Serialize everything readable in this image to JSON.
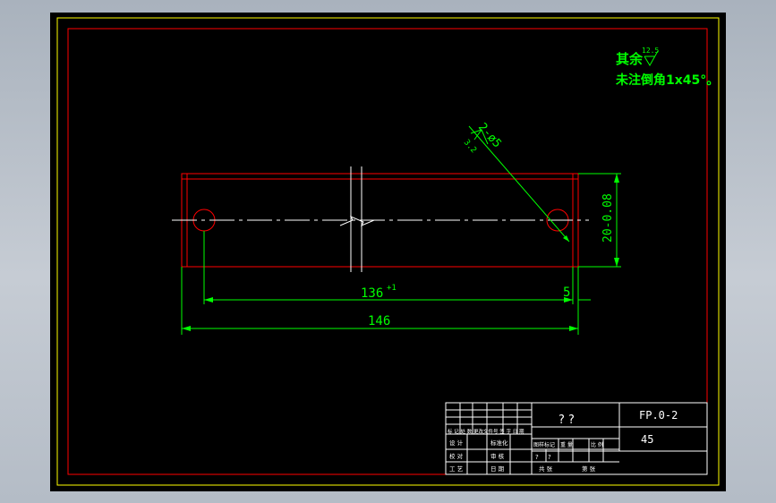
{
  "colors": {
    "frame": "#ffff00",
    "border": "#ff0000",
    "part": "#ff0000",
    "dimension": "#00ff00",
    "centerline": "#ffffff",
    "table": "#ffffff"
  },
  "notes": {
    "line1_prefix": "其余",
    "roughness": "12.5",
    "line2": "未注倒角1x45°。"
  },
  "dimensions": {
    "hole_callout": "2-ø5",
    "hole_roughness": "3.2",
    "inner_length": "136",
    "inner_tolerance": "+1",
    "offset": "5",
    "total_length": "146",
    "diameter": "20-0.08"
  },
  "title_block": {
    "part_name": "? ?",
    "drawing_no": "FP.0-2",
    "material": "45",
    "row_revision": "标 记 处 数 更改文件号 签 字 日 期",
    "label_design": "设 计",
    "label_standard": "标准化",
    "label_stage": "图样标记",
    "label_weight": "重 量",
    "label_scale": "比 例",
    "label_check": "校 对",
    "label_review": "审 核",
    "q1": "?",
    "q2": "?",
    "label_craft": "工 艺",
    "label_date": "日 期",
    "label_sheets": "共 张",
    "label_sheet": "第 张"
  }
}
